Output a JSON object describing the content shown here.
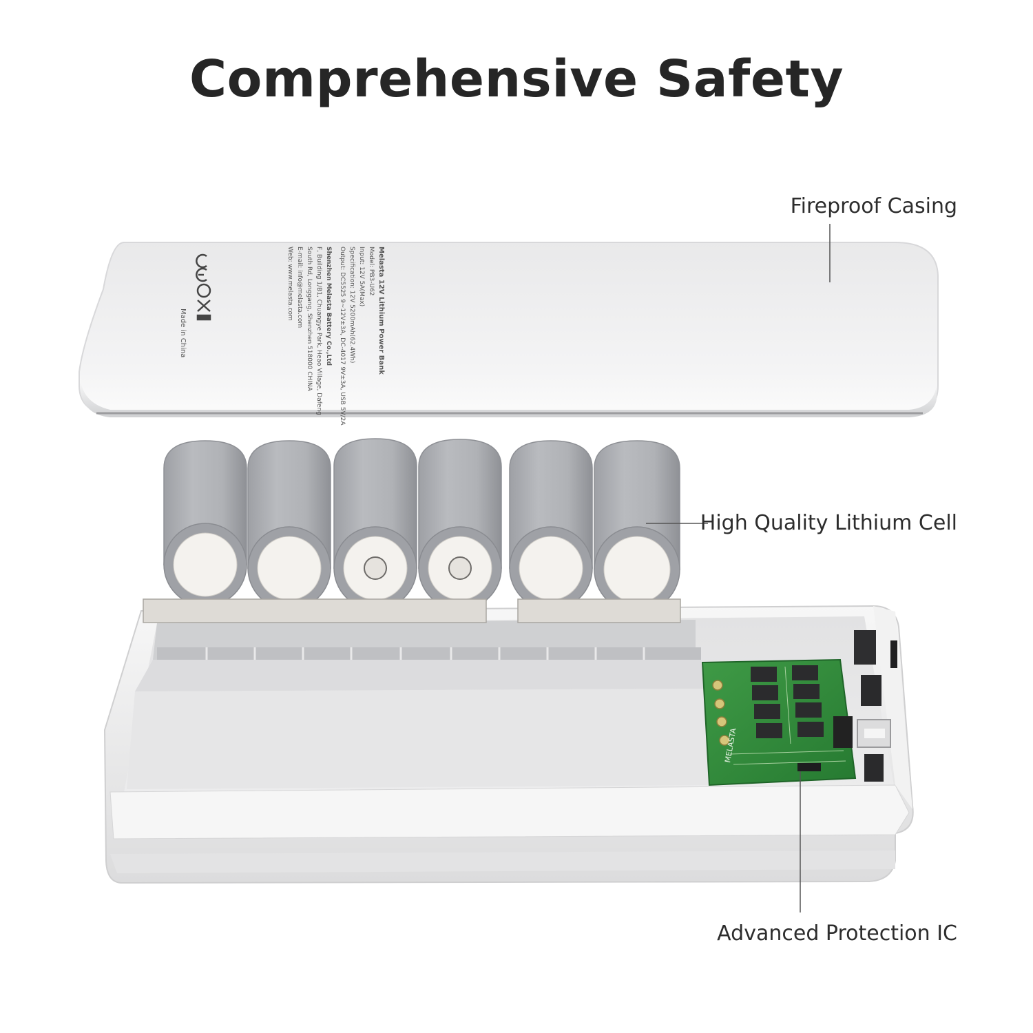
{
  "title": "Comprehensive Safety",
  "callouts": {
    "casing": "Fireproof Casing",
    "cell": "High Quality Lithium Cell",
    "ic": "Advanced Protection IC"
  },
  "lid_label": {
    "brand_line": "Melasta 12V Lithium Power Bank",
    "model": "Model: PB3-U62",
    "input": "Input: 12V 5A(Max)",
    "spec": "Specification: 12V 5200mAh(62.4Wh)",
    "output": "Output: DC5525 9~12V±3A, DC-4017 9V±3A, USB 5V/2A",
    "company": "Shenzhen Melasta Battery Co.,Ltd",
    "address1": "F, Building 1/B1, Chuangye Park, Heao Village, Dafeng",
    "address2": "South Rd, Longgang, Shenzhen 518000 CHINA",
    "email": "E-mail: info@melasta.com",
    "web": "Web: www.melasta.com",
    "made_in": "Made in China"
  },
  "pcb_brand": "MELASTA",
  "colors": {
    "title": "#262626",
    "casing": "#f2f2f2",
    "cell": "#a9abaf",
    "pcb": "#2f8a3a",
    "nickel_strip": "#d9d6d2"
  }
}
